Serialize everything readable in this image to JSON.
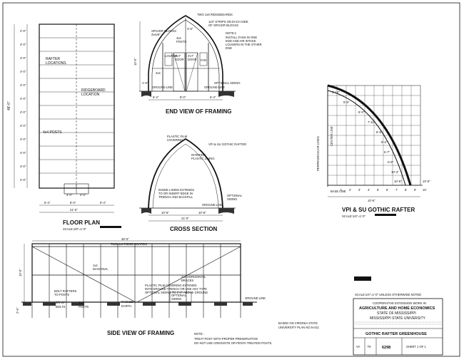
{
  "floor_plan": {
    "title": "FLOOR PLAN",
    "scale": "SCALE:1/8\"=1'-0\"",
    "labels": {
      "rafter": "RAFTER",
      "locations": "LOCATIONS",
      "ridgeboard": "RIDGEBOARD",
      "location": "LOCATION",
      "posts": "4x4 POSTS"
    },
    "dims": {
      "overall_length": "48'-0\"",
      "overall_width": "21'-0\"",
      "bottom_left": "6'-4\"",
      "bottom_mid": "8'-0\"",
      "bottom_right": "6'-4\"",
      "door_a": "4'-0\"",
      "door_b": "4'-0\"",
      "left_spacing": [
        "2'-0\"",
        "4'-0\"",
        "4'-0\"",
        "4'-0\"",
        "4'-0\"",
        "4'-0\"",
        "4'-0\"",
        "4'-0\"",
        "4'-0\"",
        "4'-0\"",
        "4'-0\"",
        "2'-0\""
      ]
    }
  },
  "end_view": {
    "title": "END VIEW OF FRAMING",
    "labels": {
      "ridgeboards": "TWO 1x6 RIDGEBOARDS",
      "strips": "1x3\" STRIPS ON EACH SIDE",
      "strips2": "OF SPACER BLOCKS",
      "spacer": "SPACER BLOCKS",
      "spacer_size": "2x4x6\"",
      "posts": "4x4",
      "posts2": "POSTS",
      "door1": "4'x7'",
      "door1b": "DOOR",
      "door2": "4'x7'",
      "door2b": "DOOR",
      "note": "NOTE:1",
      "louver": "LOUVER",
      "note_text1": "INSTALL FANS IN ONE",
      "note_text2": "END AND AIR INTAKE",
      "note_text3": "LOUVERS IN THE OTHER",
      "note_text4": "END",
      "framing": "2x4",
      "ground_left": "GROUND LINE",
      "ground_right": "GROUND LINE",
      "optional": "OPTIONAL SIDING",
      "fan": "FAN"
    },
    "dims": {
      "height": "10'-0\"",
      "sub1": "6'-4\"",
      "sub2": "8'-0\"",
      "sub3": "6'-4\"",
      "top": "3'-6\"",
      "side": "1'-6\""
    }
  },
  "cross_section": {
    "title": "CROSS SECTION",
    "labels": {
      "film": "PLASTIC FILM",
      "film2": "COVERING",
      "rafter": "VPI & SU GOTHIC RAFTER",
      "interior": "INTERIOR",
      "interior2": "PLASTIC LINING",
      "inside1": "INSIDE LINING EXTENDS",
      "inside2": "TO OR INSERT EDGE IN",
      "inside3": "TRENCH AND BACKFILL",
      "optional": "OPTIONAL",
      "optional2": "SIDING",
      "ground": "GROUND LINE"
    },
    "dims": {
      "half_left": "10'-6\"",
      "half_right": "10'-6\"",
      "overall": "21'-0\""
    }
  },
  "rafter": {
    "title": "VPI & SU GOTHIC RAFTER",
    "scale": "SCALE:1/4\"=1'-0\"",
    "labels": {
      "perp": "PERPENDICULAR LINES",
      "center": "CENTER LINE",
      "base": "BASE LINE"
    },
    "dims": {
      "width": "10'-6\"",
      "base_ticks": [
        "1'",
        "2'",
        "3'",
        "4'",
        "5'",
        "6'",
        "7'",
        "8'",
        "9'",
        "10'"
      ],
      "curve_dims": [
        "3'-10\"",
        "5'-5\"",
        "6'-0\"",
        "7'-11\"",
        "8'-8\"",
        "9'-2\"",
        "K-7\"",
        "K-8\"",
        "10'-3\"",
        "10'-5\"",
        "10'-6\""
      ]
    }
  },
  "side_view": {
    "title": "SIDE VIEW OF FRAMING",
    "labels": {
      "ridge": "TWO 1x6 RIDGE BOARDS",
      "diagonal": "1x4",
      "diagonal2": "DIAGONAL",
      "horizontal": "2x4 HORIZONTAL",
      "horizontal2": "BRACES",
      "film1": "PLASTIC FILM COVERING EXTENDS",
      "film2": "INTO GROUND TRENCH OR USE ANY TYPE",
      "film3": "OPTIONAL SIDING TO 2'-0\" ABOVE GROUND",
      "bolt1": "BOLT RAFTERS",
      "bolt2": "TO POSTS",
      "bolts": "3/8\"x6\"",
      "bolts2": "BOLTS",
      "posts": "4x4",
      "posts2": "POSTS",
      "packed": "PACKED",
      "packed2": "EARTH",
      "optional": "OPTIONAL",
      "optional2": "SIDING",
      "ground": "GROUND LINE"
    },
    "dims": {
      "length": "48'-0\"",
      "height": "10'-0\"",
      "depth": "2'-6\""
    }
  },
  "notes": {
    "note_label": "NOTE:",
    "note1": "TREAT POST WITH PROPER PRESERVATIVE",
    "note2": "DO NOT USE CREOSOTE OR PENTA TREATED POSTS.",
    "based1": "BASED ON VIRGINIA STATE",
    "based2": "UNIVERSITY PLAN NO.N-211"
  },
  "title_block": {
    "scale_note": "SCALE:1/4\"=1'-0\" UNLESS OTHERWISE NOTED",
    "line1": "COOPERATIVE EXTENSION WORK IN",
    "line2": "AGRICULTURE AND HOME ECONOMICS",
    "line3": "STATE OF MISSISSIPPI",
    "line4": "MISSISSIPPI STATE UNIVERSITY",
    "drawing_title": "GOTHIC RAFTER GREENHOUSE",
    "cell1": "VA",
    "cell2": "'78",
    "number": "6298",
    "sheet": "SHEET 1 OF 1"
  }
}
